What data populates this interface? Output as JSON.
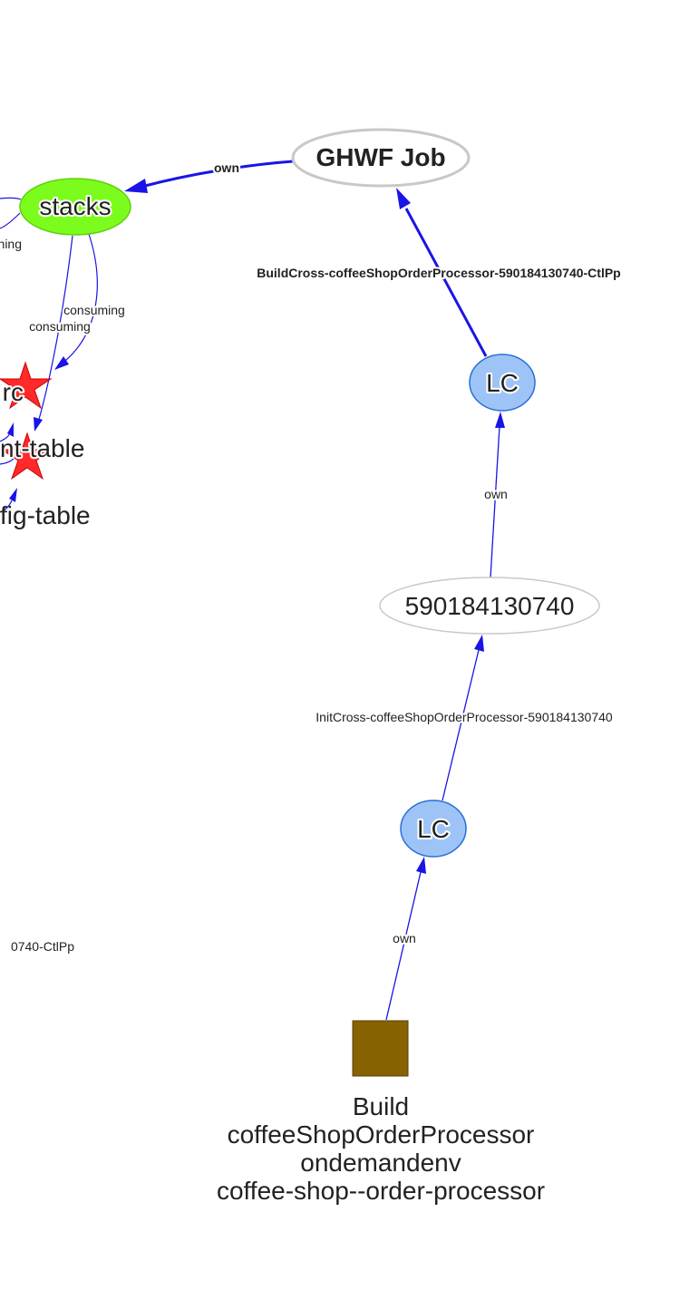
{
  "nodes": {
    "ghwf_job": {
      "label": "GHWF Job"
    },
    "stacks": {
      "label": "stacks"
    },
    "lc_top": {
      "label": "LC"
    },
    "account": {
      "label": "590184130740"
    },
    "lc_bottom": {
      "label": "LC"
    },
    "build": {
      "label_lines": [
        "Build",
        "coffeeShopOrderProcessor",
        "ondemandenv",
        "coffee-shop--order-processor"
      ]
    },
    "partial_src": {
      "label": "rc"
    },
    "partial_event_table": {
      "label": "nt-table"
    },
    "partial_config_table": {
      "label": "fig-table"
    }
  },
  "edges": {
    "ghwf_to_stacks": {
      "label": "own"
    },
    "lc_top_to_ghwf": {
      "label": "BuildCross-coffeeShopOrderProcessor-590184130740-CtlPp"
    },
    "account_to_lc_top": {
      "label": "own"
    },
    "lc_bottom_to_account": {
      "label": "InitCross-coffeeShopOrderProcessor-590184130740"
    },
    "build_to_lc_bottom": {
      "label": "own"
    },
    "stacks_consuming_1": {
      "label": "consuming"
    },
    "stacks_consuming_2": {
      "label": "consuming"
    },
    "stacks_left_partial": {
      "label": "ning"
    },
    "left_partial_label": {
      "label": "0740-CtlPp"
    }
  },
  "colors": {
    "edge": "#1a14e6",
    "stacks_fill": "#7cfc1c",
    "lc_fill": "#9ec4f7",
    "lc_stroke": "#2a6fd6",
    "build_fill": "#876200",
    "star_fill": "#ff2a2a",
    "ellipse_stroke": "#c8c8c8"
  }
}
